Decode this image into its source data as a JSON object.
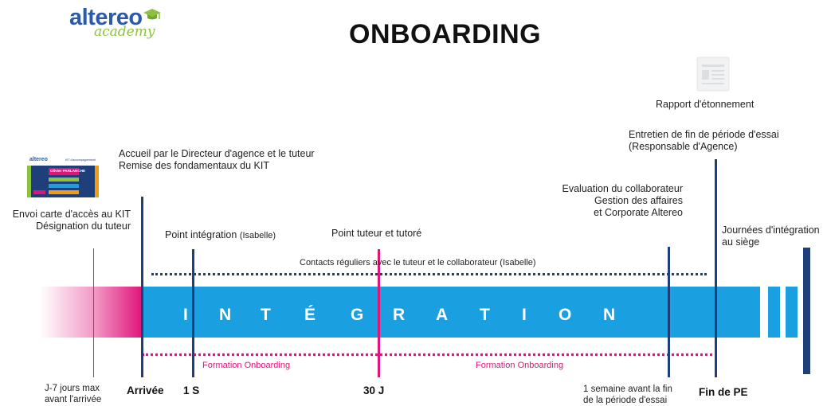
{
  "logo": {
    "brand": "altereo",
    "sub": "academy"
  },
  "title": "ONBOARDING",
  "kit_card": {
    "brand": "altereo",
    "heading": "KIT d'accompagnement",
    "name": "Olivier PARLANCHE"
  },
  "band": {
    "letters": [
      "I",
      "N",
      "T",
      "É",
      "G",
      "R",
      "A",
      "T",
      "I",
      "O",
      "N"
    ]
  },
  "colors": {
    "band": "#1aa0e0",
    "navy": "#1e3f7a",
    "magenta": "#e0157a"
  },
  "labels": {
    "kit_line1": "Envoi carte d'accès au KIT",
    "kit_line2": "Désignation du tuteur",
    "accueil_line1": "Accueil par le Directeur d'agence et le tuteur",
    "accueil_line2": "Remise des fondamentaux du KIT",
    "point_integration_main": "Point intégration ",
    "point_integration_small": "(Isabelle)",
    "point_tuteur": "Point tuteur et tutoré",
    "contacts_line": "Contacts réguliers  avec le tuteur et le collaborateur (Isabelle)",
    "evaluation_line1": "Evaluation du collaborateur",
    "evaluation_line2": "Gestion des affaires",
    "evaluation_line3": "et Corporate Altereo",
    "rapport": "Rapport d'étonnement",
    "entretien_line1": "Entretien de fin de période d'essai",
    "entretien_line2": "(Responsable d'Agence)",
    "journees_line1": "Journées d'intégration",
    "journees_line2": "au siège",
    "formation_1": "Formation Onboarding",
    "formation_2": "Formation Onboarding"
  },
  "axis": {
    "j7_line1": "J-7 jours max",
    "j7_line2": "avant l'arrivée",
    "arrivee": "Arrivée",
    "one_s": "1 S",
    "thirty_j": "30 J",
    "semaine_line1": "1 semaine avant la fin",
    "semaine_line2": "de la période d'essai",
    "fin_pe": "Fin de PE"
  },
  "icons": {
    "rapport": "document-icon",
    "kit": "kit-card-icon",
    "logo_hat": "graduation-cap-icon"
  }
}
